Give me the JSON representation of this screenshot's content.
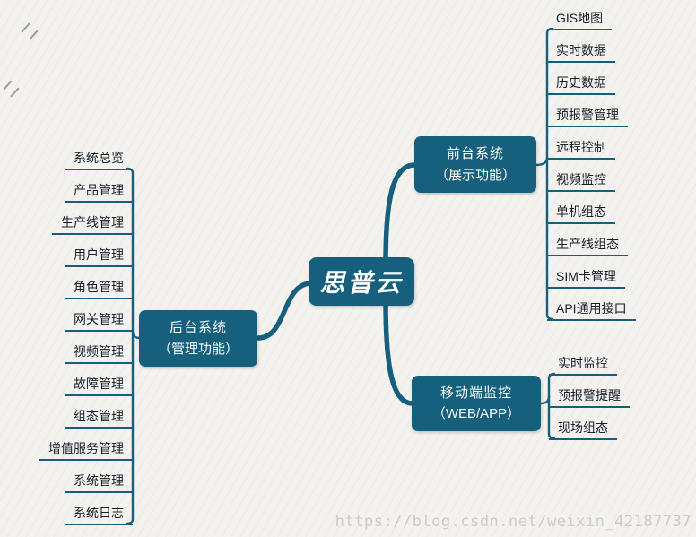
{
  "root": {
    "label": "思普云"
  },
  "branches": [
    {
      "id": "frontend",
      "line1": "前台系统",
      "line2": "（展示功能）",
      "children": [
        "GIS地图",
        "实时数据",
        "历史数据",
        "预报警管理",
        "远程控制",
        "视频监控",
        "单机组态",
        "生产线组态",
        "SIM卡管理",
        "API通用接口"
      ]
    },
    {
      "id": "backend",
      "line1": "后台系统",
      "line2": "（管理功能）",
      "children": [
        "系统总览",
        "产品管理",
        "生产线管理",
        "用户管理",
        "角色管理",
        "网关管理",
        "视频管理",
        "故障管理",
        "组态管理",
        "增值服务管理",
        "系统管理",
        "系统日志"
      ]
    },
    {
      "id": "mobile",
      "line1": "移动端监控",
      "line2": "（WEB/APP）",
      "children": [
        "实时监控",
        "预报警提醒",
        "现场组态"
      ]
    }
  ],
  "watermark": {
    "text": "https://blog.csdn.net/weixin_42187737"
  },
  "colors": {
    "branch": "#17607d",
    "text": "#17202a",
    "watermark": "#cccccc",
    "background": "#f3f2ee"
  }
}
